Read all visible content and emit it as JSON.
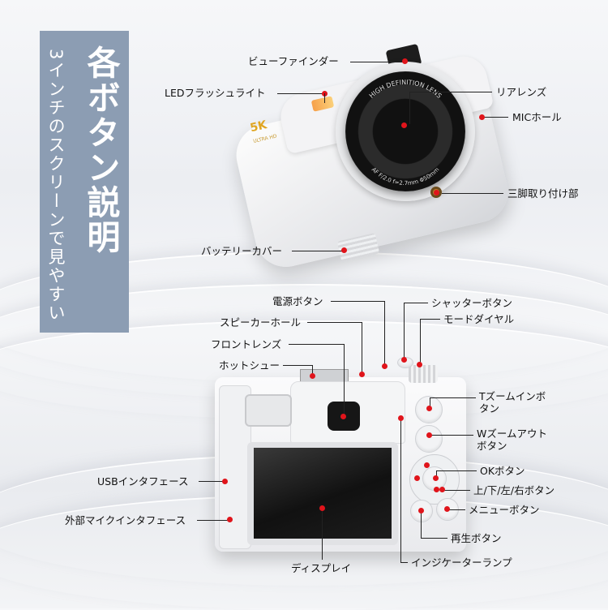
{
  "title": "各ボタン説明",
  "subtitle": "3インチのスクリーンで見やすい",
  "camera_front": {
    "brand_badge": "5K",
    "brand_sub": "ULTRA HD",
    "lens_text_top": "HIGH DEFINITION LENS",
    "lens_text_bottom": "AF  F/2.0  f=2.7mm  Φ50mm"
  },
  "labels": {
    "viewfinder": "ビューファインダー",
    "led_flash": "LEDフラッシュライト",
    "rear_lens": "リアレンズ",
    "mic_hole": "MICホール",
    "tripod": "三脚取り付け部",
    "battery_cover": "バッテリーカバー",
    "power_button": "電源ボタン",
    "speaker_hole": "スピーカーホール",
    "front_lens": "フロントレンズ",
    "hot_shoe": "ホットシュー",
    "shutter_button": "シャッターボタン",
    "mode_dial": "モードダイヤル",
    "t_zoom": "Tズームインボタン",
    "w_zoom": "Wズームアウトボタン",
    "ok_button": "OKボタン",
    "dpad": "上/下/左/右ボタン",
    "menu_button": "メニューボタン",
    "play_button": "再生ボタン",
    "indicator_lamp": "インジケーターランプ",
    "display": "ディスプレイ",
    "usb_interface": "USBインタフェース",
    "ext_mic": "外部マイクインタフェース"
  },
  "colors": {
    "banner": "#8c9db3",
    "marker": "#e0141b",
    "badge": "#e0a520"
  }
}
